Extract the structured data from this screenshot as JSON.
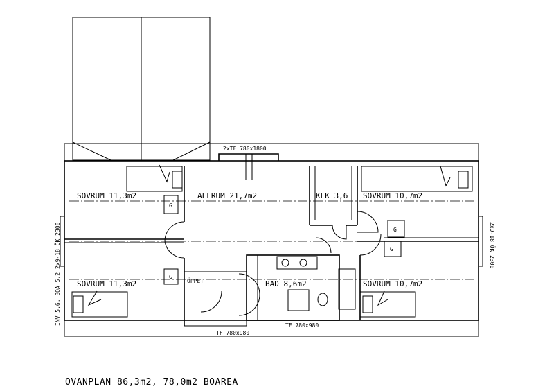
{
  "rooms": {
    "sovrum_nw": "SOVRUM 11,3m2",
    "allrum": "ALLRUM 21,7m2",
    "klk": "KLK 3,6",
    "sovrum_ne": "SOVRUM 10,7m2",
    "sovrum_sw": "SOVRUM 11,3m2",
    "oppet": "ÖPPET",
    "bad": "BAD 8,6m2",
    "sovrum_se": "SOVRUM 10,7m2"
  },
  "closet_marker": "G",
  "dims": {
    "top_window": "2xTF 780x1800",
    "bottom_window_left": "TF 780x980",
    "bottom_window_right": "TF 780x980",
    "left_side": "2x9-18 ÖK 2300",
    "right_side": "2x9-18 ÖK 2300",
    "left_vent": "INV 5,6, BOA 5,2"
  },
  "caption": "OVANPLAN 86,3m2, 78,0m2 BOAREA"
}
